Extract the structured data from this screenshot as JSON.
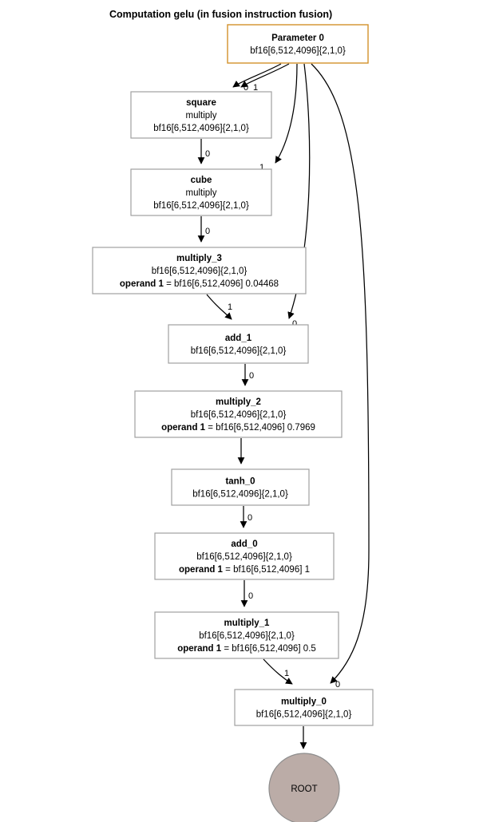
{
  "graph": {
    "title": "Computation gelu (in fusion instruction fusion)",
    "colors": {
      "parameter_fill": "#fbb040",
      "parameter_border": "#d2912a",
      "node_fill": "#ffffff",
      "node_border": "#a0a0a0",
      "root_fill": "#bbaca7",
      "root_border": "#8d8d8d",
      "edge": "#000000",
      "text": "#000000"
    },
    "nodes": [
      {
        "id": "parameter0",
        "kind": "parameter",
        "name": "Parameter 0",
        "shape_text": "bf16[6,512,4096]{2,1,0}",
        "opcode": "",
        "operand_label": "",
        "operand_value": ""
      },
      {
        "id": "square",
        "kind": "op",
        "name": "square",
        "opcode": "multiply",
        "shape_text": "bf16[6,512,4096]{2,1,0}",
        "operand_label": "",
        "operand_value": ""
      },
      {
        "id": "cube",
        "kind": "op",
        "name": "cube",
        "opcode": "multiply",
        "shape_text": "bf16[6,512,4096]{2,1,0}",
        "operand_label": "",
        "operand_value": ""
      },
      {
        "id": "multiply_3",
        "kind": "op",
        "name": "multiply_3",
        "opcode": "",
        "shape_text": "bf16[6,512,4096]{2,1,0}",
        "operand_label": "operand 1",
        "operand_value": "= bf16[6,512,4096] 0.04468"
      },
      {
        "id": "add_1",
        "kind": "op",
        "name": "add_1",
        "opcode": "",
        "shape_text": "bf16[6,512,4096]{2,1,0}",
        "operand_label": "",
        "operand_value": ""
      },
      {
        "id": "multiply_2",
        "kind": "op",
        "name": "multiply_2",
        "opcode": "",
        "shape_text": "bf16[6,512,4096]{2,1,0}",
        "operand_label": "operand 1",
        "operand_value": "= bf16[6,512,4096] 0.7969"
      },
      {
        "id": "tanh_0",
        "kind": "op",
        "name": "tanh_0",
        "opcode": "",
        "shape_text": "bf16[6,512,4096]{2,1,0}",
        "operand_label": "",
        "operand_value": ""
      },
      {
        "id": "add_0",
        "kind": "op",
        "name": "add_0",
        "opcode": "",
        "shape_text": "bf16[6,512,4096]{2,1,0}",
        "operand_label": "operand 1",
        "operand_value": "= bf16[6,512,4096] 1"
      },
      {
        "id": "multiply_1",
        "kind": "op",
        "name": "multiply_1",
        "opcode": "",
        "shape_text": "bf16[6,512,4096]{2,1,0}",
        "operand_label": "operand 1",
        "operand_value": "= bf16[6,512,4096] 0.5"
      },
      {
        "id": "multiply_0",
        "kind": "op",
        "name": "multiply_0",
        "opcode": "",
        "shape_text": "bf16[6,512,4096]{2,1,0}",
        "operand_label": "",
        "operand_value": ""
      },
      {
        "id": "root",
        "kind": "root",
        "name": "ROOT",
        "opcode": "",
        "shape_text": "",
        "operand_label": "",
        "operand_value": ""
      }
    ],
    "edges": [
      {
        "from": "parameter0",
        "to": "square",
        "label": "0"
      },
      {
        "from": "parameter0",
        "to": "square",
        "label": "1"
      },
      {
        "from": "square",
        "to": "cube",
        "label": "0"
      },
      {
        "from": "parameter0",
        "to": "cube",
        "label": "1"
      },
      {
        "from": "cube",
        "to": "multiply_3",
        "label": "0"
      },
      {
        "from": "multiply_3",
        "to": "add_1",
        "label": "1"
      },
      {
        "from": "parameter0",
        "to": "add_1",
        "label": "0"
      },
      {
        "from": "add_1",
        "to": "multiply_2",
        "label": "0"
      },
      {
        "from": "multiply_2",
        "to": "tanh_0",
        "label": ""
      },
      {
        "from": "tanh_0",
        "to": "add_0",
        "label": "0"
      },
      {
        "from": "add_0",
        "to": "multiply_1",
        "label": "0"
      },
      {
        "from": "multiply_1",
        "to": "multiply_0",
        "label": "1"
      },
      {
        "from": "parameter0",
        "to": "multiply_0",
        "label": "0"
      },
      {
        "from": "multiply_0",
        "to": "root",
        "label": ""
      }
    ]
  }
}
